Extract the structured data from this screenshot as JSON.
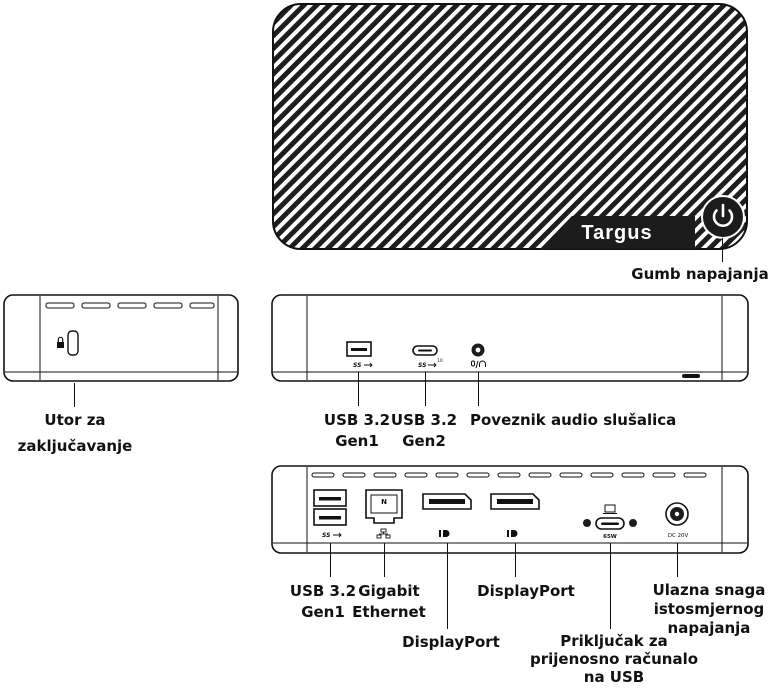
{
  "brand": "Targus",
  "labels": {
    "power_button": "Gumb napajanja",
    "lock_slot": [
      "Utor za",
      "zaključavanje"
    ],
    "front_usb_a": [
      "USB 3.2",
      "Gen1"
    ],
    "front_usb_c": [
      "USB 3.2",
      "Gen2"
    ],
    "audio_jack": "Poveznik audio slušalica",
    "rear_usb_a": [
      "USB 3.2",
      "Gen1"
    ],
    "ethernet": [
      "Gigabit",
      "Ethernet"
    ],
    "displayport_1": "DisplayPort",
    "displayport_2": "DisplayPort",
    "laptop_usb": [
      "Priključak za",
      "prijenosno računalo",
      "na USB"
    ],
    "dc_input": [
      "Ulazna snaga",
      "istosmjernog",
      "napajanja"
    ]
  },
  "port_marks": {
    "ss_usb": "SS",
    "usbc_speed": "10",
    "laptop_power": "65W",
    "dc_rating": "DC 20V",
    "ethernet_port": "N"
  },
  "icons": [
    "power-icon",
    "lock-icon",
    "usb-icon",
    "microphone-headphone-icon",
    "network-icon",
    "displayport-icon",
    "laptop-icon"
  ],
  "colors": {
    "device": "#222222",
    "outline": "#111111",
    "background": "#ffffff"
  }
}
